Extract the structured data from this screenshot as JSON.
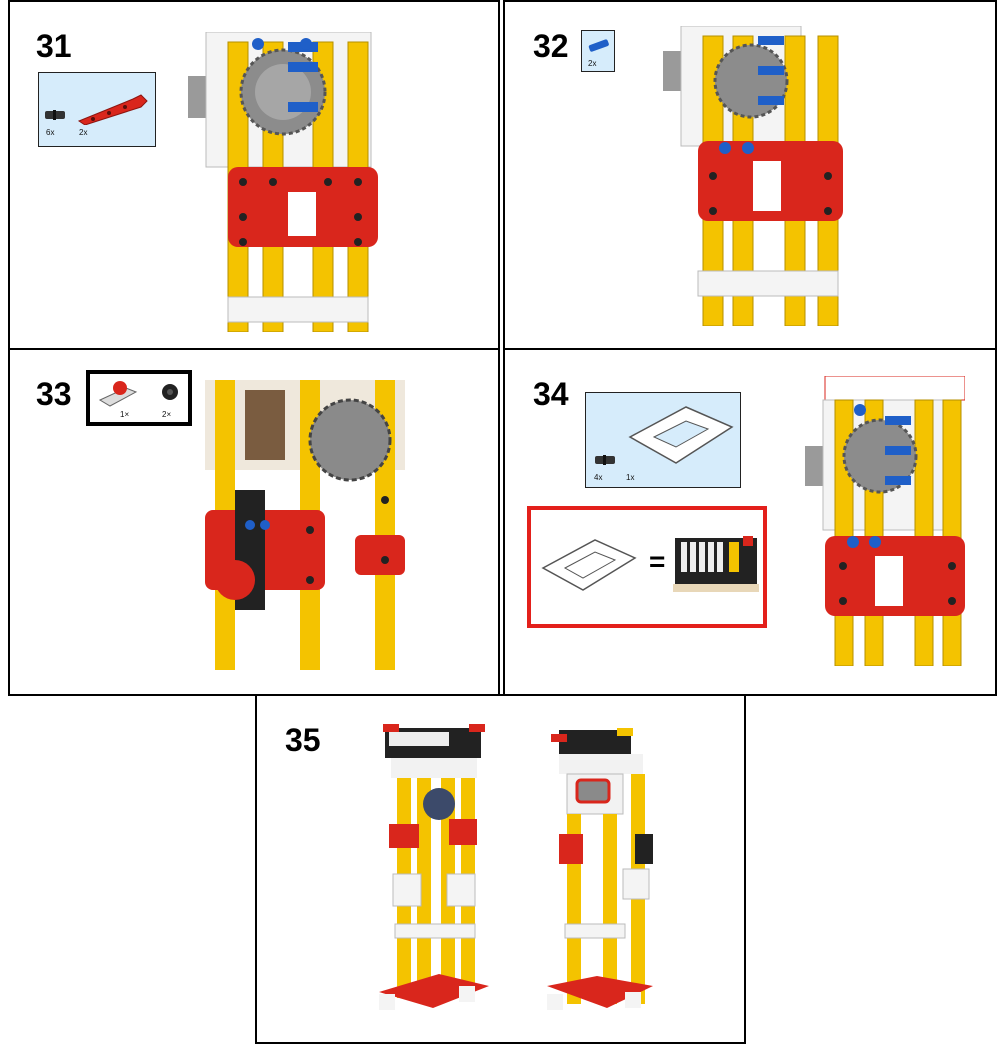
{
  "steps": [
    {
      "number": "31",
      "parts": [
        {
          "name": "black-pin",
          "qty": "6x"
        },
        {
          "name": "red-l-beam",
          "qty": "2x"
        }
      ]
    },
    {
      "number": "32",
      "parts": [
        {
          "name": "blue-axle-pin",
          "qty": "2x"
        }
      ]
    },
    {
      "number": "33",
      "parts": [
        {
          "name": "button-module",
          "qty": "1×"
        },
        {
          "name": "black-bush",
          "qty": "2×"
        }
      ]
    },
    {
      "number": "34",
      "parts": [
        {
          "name": "black-pin",
          "qty": "4x"
        },
        {
          "name": "white-frame",
          "qty": "1x"
        }
      ]
    },
    {
      "number": "35",
      "parts": []
    }
  ],
  "equation": {
    "symbol": "="
  },
  "colors": {
    "yellow": "#f4c300",
    "red": "#d9261c",
    "blue": "#1f5fc8",
    "gray": "#8a8a8a",
    "white": "#f6f6f6",
    "panel_blue": "#d6ecfb",
    "callout_border": "#e3201b"
  }
}
